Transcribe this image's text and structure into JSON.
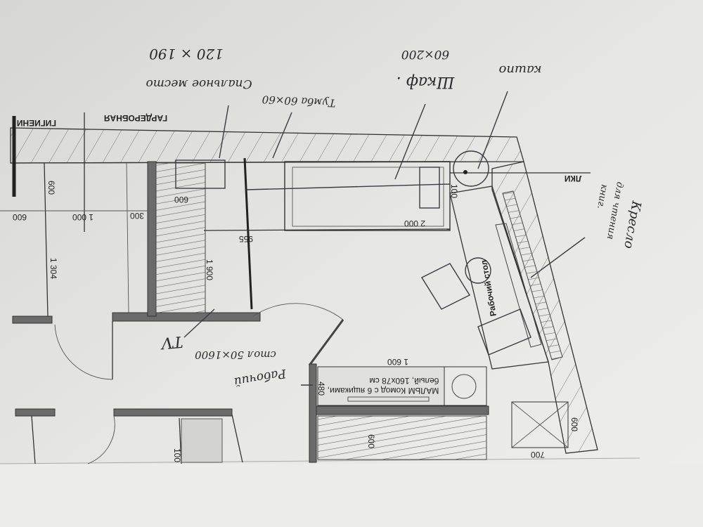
{
  "annotations": {
    "bed_size": "120 × 190",
    "bed_label": "Спальное место",
    "nightstand": "Тумба 60×60",
    "wardrobe_size": "60×200",
    "wardrobe_label": "Шкаф .",
    "planter": "кашпо",
    "armchair_line1": "Кресло",
    "armchair_line2": "для чтения",
    "armchair_line3": "книг.",
    "desk_vertical": "Рабочий стол",
    "tv": "TV",
    "desk_size": "стол 50×1600",
    "desk_label": "Рабочий"
  },
  "room_labels": {
    "wardrobe_room": "ГАРДЕРОБНАЯ",
    "hygiene_room": "ГИГИЕНИ",
    "loggia": "ЛКИ",
    "dresser_line1": "МАЛЬМ Комод с 6 ящиками,",
    "dresser_line2": "белый, 160x78 см"
  },
  "dimensions": {
    "d600a": "600",
    "d600b": "600",
    "d1000": "1 000",
    "d300": "300",
    "d600c": "600",
    "d1304": "1 304",
    "d1900": "1 900",
    "d955": "955",
    "d2000": "2 000",
    "d100a": "100",
    "d1600": "1 600",
    "d480": "480",
    "d600d": "600",
    "d700": "700",
    "d600e": "600",
    "d100b": "100"
  }
}
